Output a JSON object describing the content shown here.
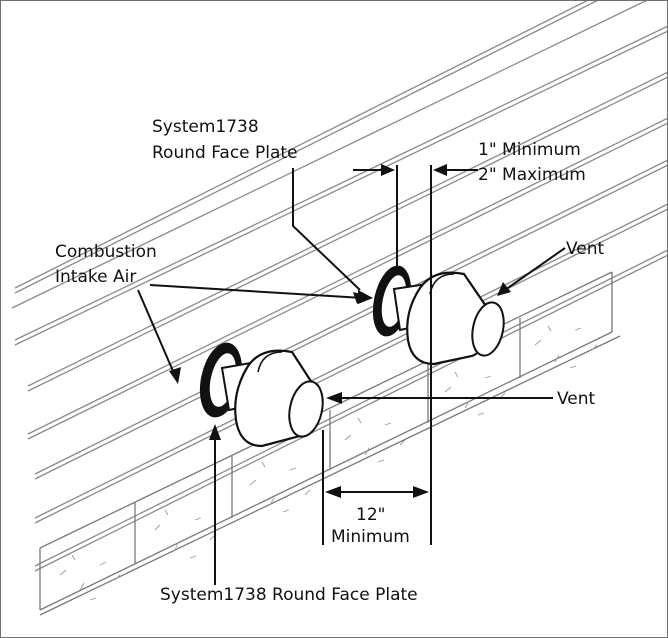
{
  "labels": {
    "face_plate_top_line1": "System1738",
    "face_plate_top_line2": "Round Face Plate",
    "min_line": "1\" Minimum",
    "max_line": "2\" Maximum",
    "combustion_line1": "Combustion",
    "combustion_line2": "Intake Air",
    "vent_upper": "Vent",
    "vent_lower": "Vent",
    "spacing_value": "12\"",
    "spacing_unit": "Minimum",
    "face_plate_bottom": "System1738 Round Face Plate"
  }
}
